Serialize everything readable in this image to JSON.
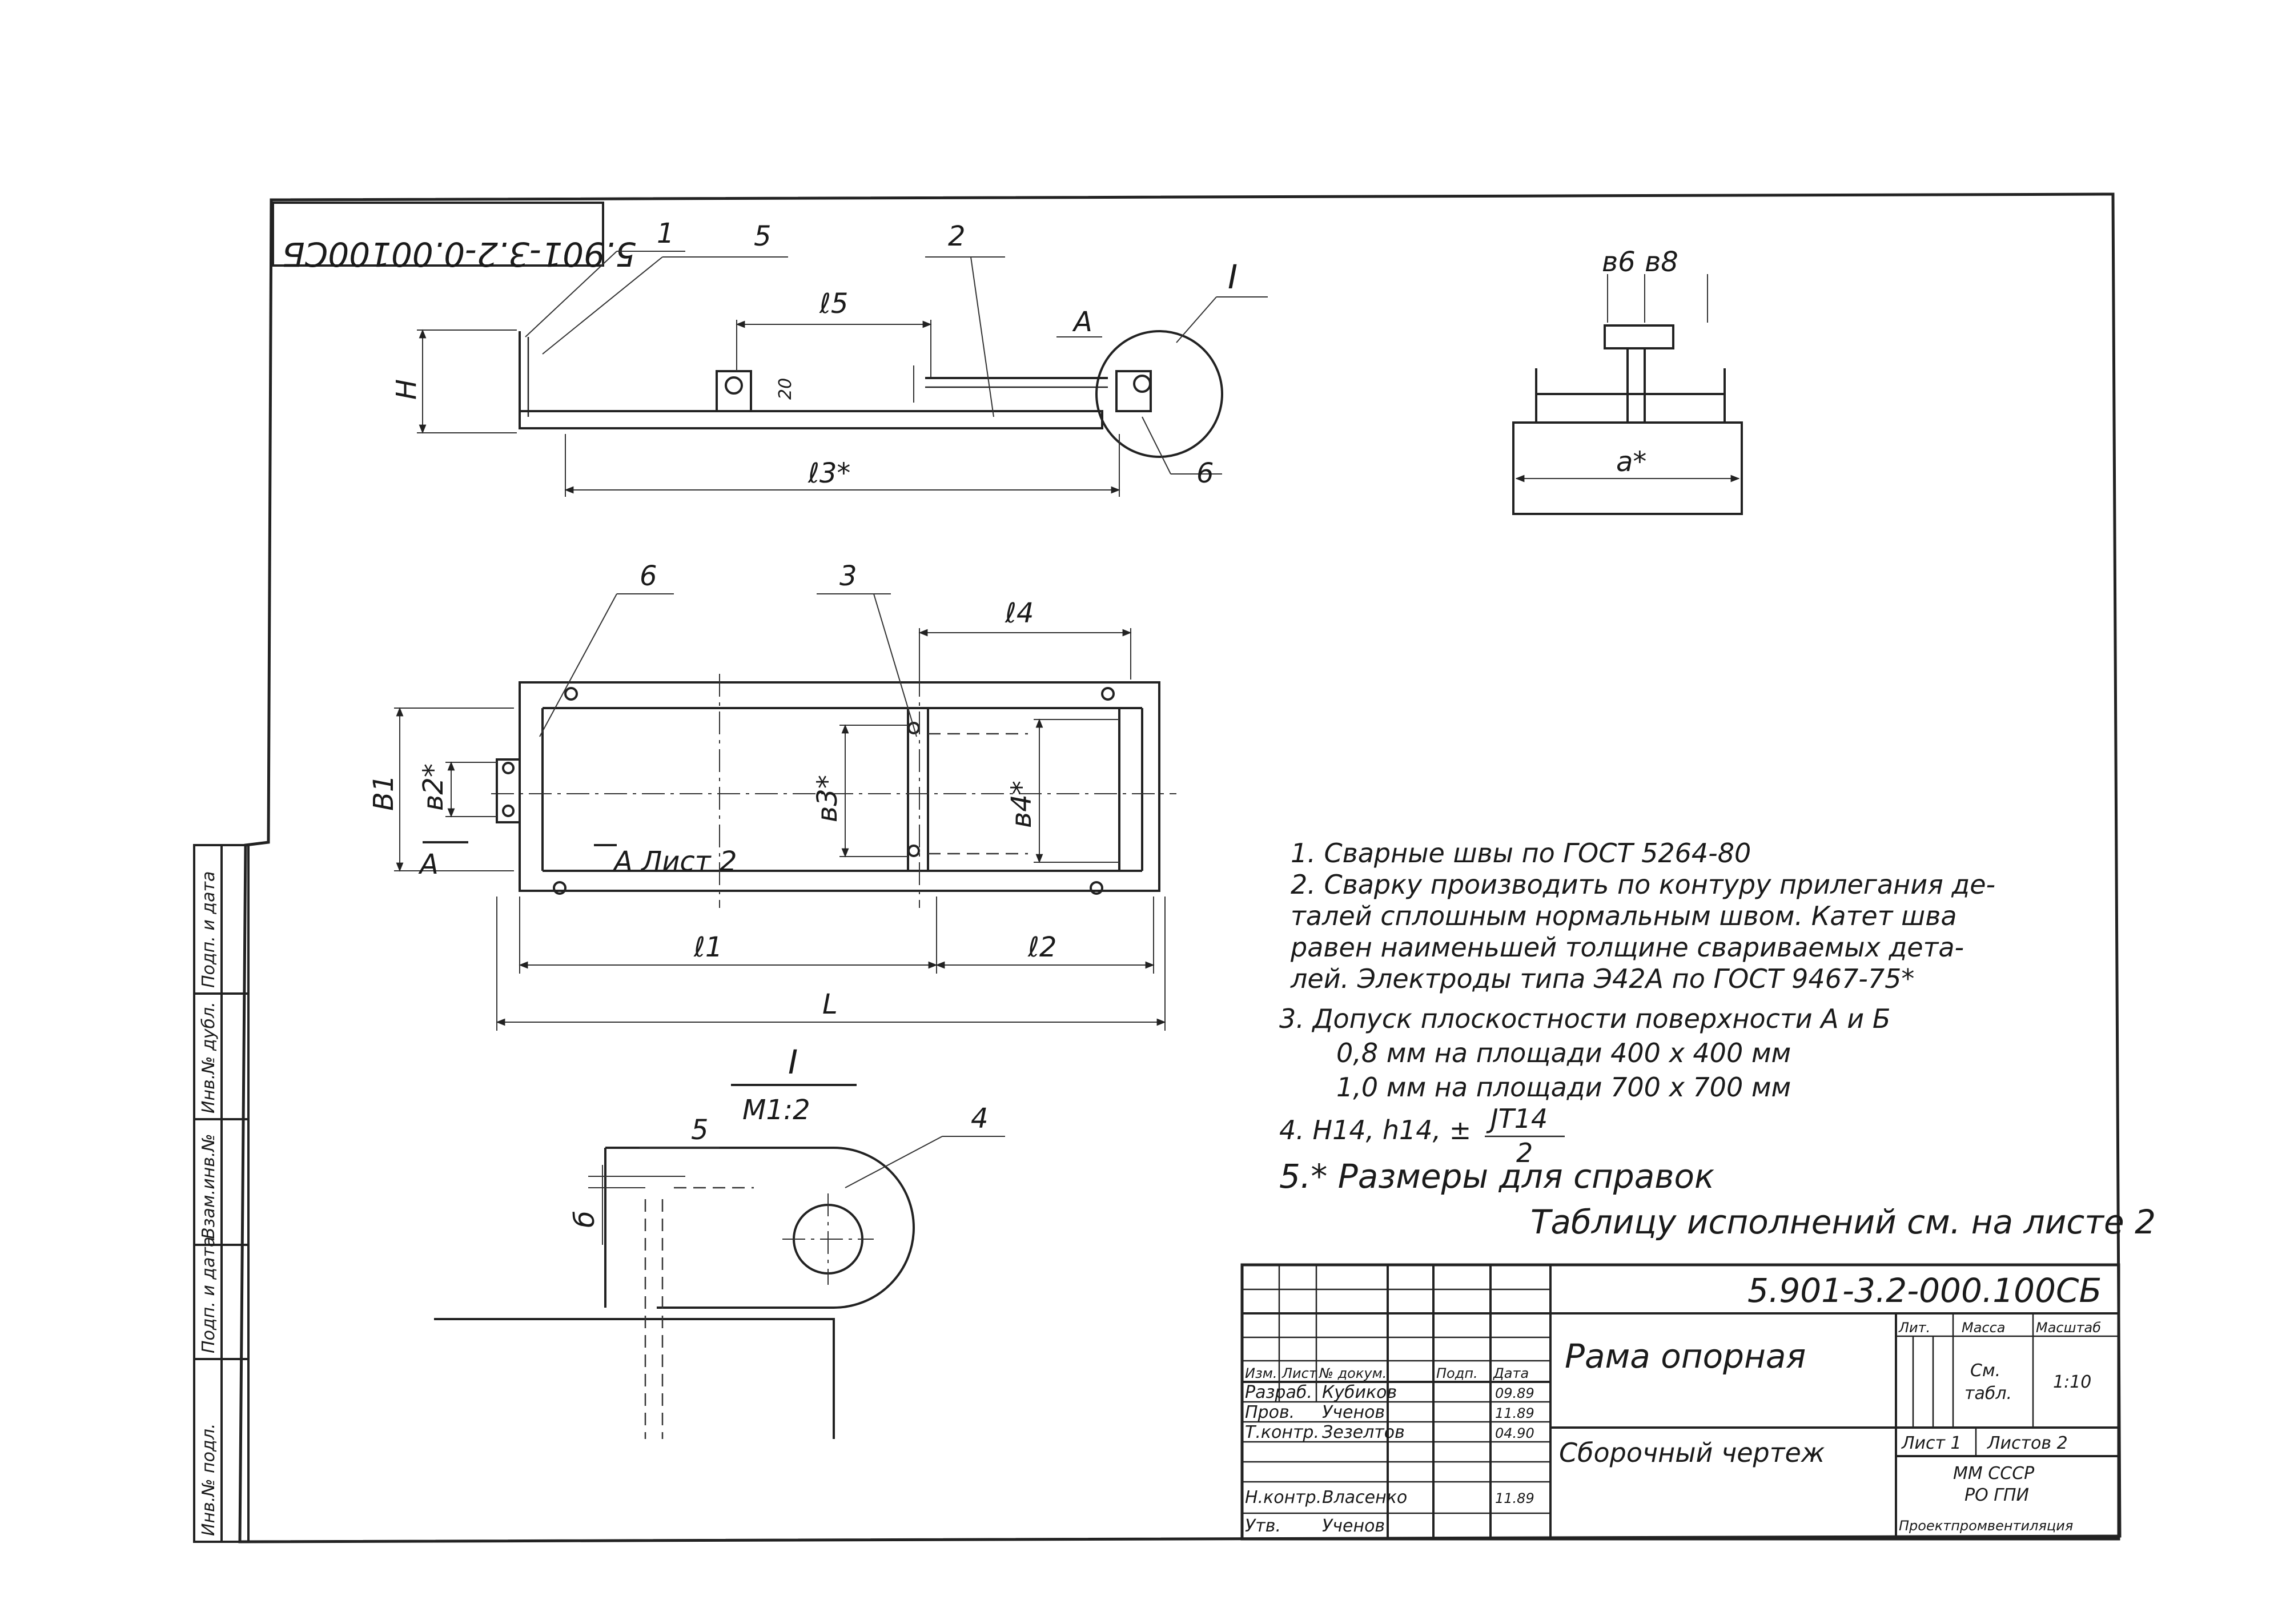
{
  "stamp": {
    "code": "5.901-3.2-0.00100СБ"
  },
  "top_view": {
    "leaders": [
      "1",
      "5",
      "2",
      "I",
      "6"
    ],
    "view_arrow": "A",
    "dims": {
      "height": "H",
      "l5": "ℓ5",
      "l3": "ℓ3*",
      "twenty": "20"
    }
  },
  "side_view": {
    "dims": {
      "b6": "в6",
      "b8": "в8",
      "a": "а*"
    }
  },
  "plan_view": {
    "leaders": [
      "6",
      "3"
    ],
    "dims": {
      "l4": "ℓ4",
      "b1": "В1",
      "b2": "в2*",
      "b3": "в3*",
      "b4": "в4*",
      "l1": "ℓ1",
      "l2": "ℓ2",
      "L": "L"
    },
    "section_a": "A",
    "section_a2": "A Лист 2"
  },
  "detail": {
    "title": "I",
    "scale": "M1:2",
    "leaders": [
      "5",
      "4"
    ],
    "dim_b": "б"
  },
  "notes": [
    "1. Сварные швы по ГОСТ 5264-80",
    "2. Сварку производить по контуру прилегания де-",
    "    талей сплошным нормальным швом. Катет шва",
    "    равен наименьшей толщине свариваемых дета-",
    "    лей. Электроды типа Э42А по ГОСТ 9467-75*",
    "3. Допуск плоскостности поверхности А и Б",
    "               0,8 мм на площади 400 х 400 мм",
    "               1,0 мм на площади 700 х 700 мм",
    "4. H14, h14, ±",
    "5.* Размеры для справок",
    "Таблицу исполнений см. на листе 2"
  ],
  "note4_fraction": {
    "num": "JT14",
    "den": "2"
  },
  "side_strip": [
    "Инв.№ подл.",
    "Подп. и дата",
    "Взам.инв.№",
    "Инв.№ дубл.",
    "Подп. и дата"
  ],
  "title_block": {
    "doc_code": "5.901-3.2-000.100СБ",
    "name": "Рама опорная",
    "doc_type": "Сборочный чертеж",
    "headers": {
      "izm": "Изм.",
      "list": "Лист",
      "ndoc": "№ докум.",
      "podp": "Подп.",
      "data": "Дата"
    },
    "roles": [
      {
        "role": "Разраб.",
        "name": "Кубиков",
        "date": "09.89"
      },
      {
        "role": "Пров.",
        "name": "Ученов",
        "date": "11.89"
      },
      {
        "role": "Т.контр.",
        "name": "Зезелтов",
        "date": "04.90"
      },
      {
        "role": "Н.контр.",
        "name": "Власенко",
        "date": "11.89"
      },
      {
        "role": "Утв.",
        "name": "Ученов",
        "date": ""
      }
    ],
    "lit_label": "Лит.",
    "massa_label": "Масса",
    "masshtab_label": "Масштаб",
    "massa_value_1": "См.",
    "massa_value_2": "табл.",
    "scale_value": "1:10",
    "sheet": "Лист 1",
    "sheets": "Листов 2",
    "org_1": "ММ СССР",
    "org_2": "РО ГПИ",
    "org_3": "Проектпромвентиляция"
  }
}
